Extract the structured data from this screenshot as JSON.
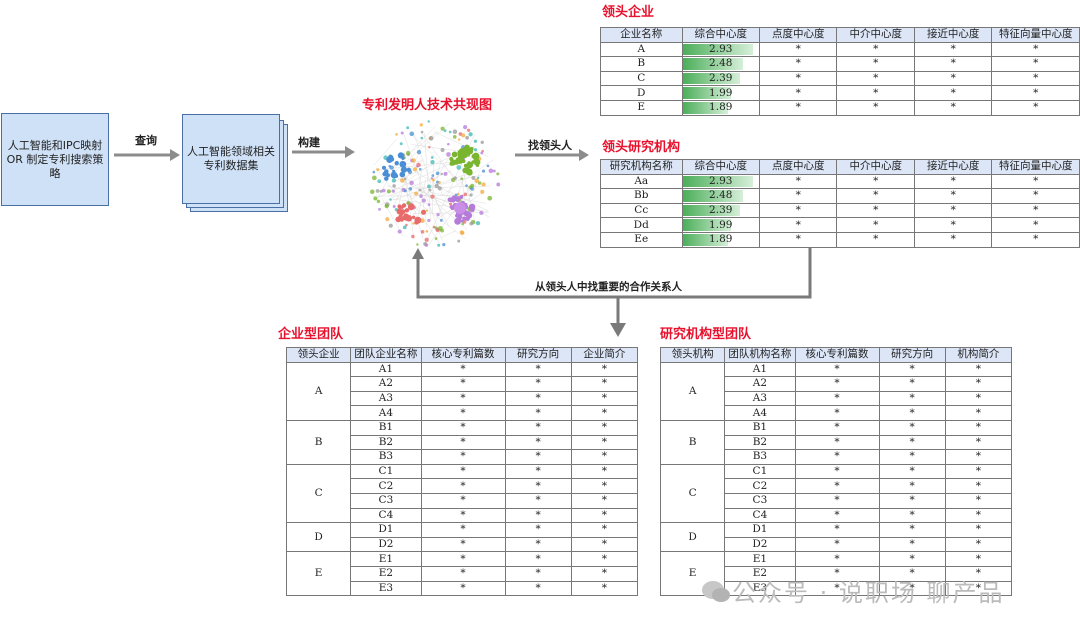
{
  "flow": {
    "start_box": "人工智能和IPC映射\nOR 制定专利搜索策略",
    "arrow1": "查询",
    "dataset_box": "人工智能领域相关\n专利数据集",
    "arrow2": "构建",
    "graph_title": "专利发明人技术共现图",
    "arrow3": "找领头人",
    "feedback": "从领头人中找重要的合作关系人"
  },
  "lead_company": {
    "title": "领头企业",
    "headers": [
      "企业名称",
      "综合中心度",
      "点度中心度",
      "中介中心度",
      "接近中心度",
      "特征向量中心度"
    ],
    "rows": [
      {
        "name": "A",
        "score": "2.93",
        "v": [
          "*",
          "*",
          "*",
          "*"
        ]
      },
      {
        "name": "B",
        "score": "2.48",
        "v": [
          "*",
          "*",
          "*",
          "*"
        ]
      },
      {
        "name": "C",
        "score": "2.39",
        "v": [
          "*",
          "*",
          "*",
          "*"
        ]
      },
      {
        "name": "D",
        "score": "1.99",
        "v": [
          "*",
          "*",
          "*",
          "*"
        ]
      },
      {
        "name": "E",
        "score": "1.89",
        "v": [
          "*",
          "*",
          "*",
          "*"
        ]
      }
    ]
  },
  "lead_institute": {
    "title": "领头研究机构",
    "headers": [
      "研究机构名称",
      "综合中心度",
      "点度中心度",
      "中介中心度",
      "接近中心度",
      "特征向量中心度"
    ],
    "rows": [
      {
        "name": "Aa",
        "score": "2.93",
        "v": [
          "*",
          "*",
          "*",
          "*"
        ]
      },
      {
        "name": "Bb",
        "score": "2.48",
        "v": [
          "*",
          "*",
          "*",
          "*"
        ]
      },
      {
        "name": "Cc",
        "score": "2.39",
        "v": [
          "*",
          "*",
          "*",
          "*"
        ]
      },
      {
        "name": "Dd",
        "score": "1.99",
        "v": [
          "*",
          "*",
          "*",
          "*"
        ]
      },
      {
        "name": "Ee",
        "score": "1.89",
        "v": [
          "*",
          "*",
          "*",
          "*"
        ]
      }
    ]
  },
  "company_team": {
    "title": "企业型团队",
    "headers": [
      "领头企业",
      "团队企业名称",
      "核心专利篇数",
      "研究方向",
      "企业简介"
    ],
    "groups": [
      {
        "lead": "A",
        "members": [
          "A1",
          "A2",
          "A3",
          "A4"
        ]
      },
      {
        "lead": "B",
        "members": [
          "B1",
          "B2",
          "B3"
        ]
      },
      {
        "lead": "C",
        "members": [
          "C1",
          "C2",
          "C3",
          "C4"
        ]
      },
      {
        "lead": "D",
        "members": [
          "D1",
          "D2"
        ]
      },
      {
        "lead": "E",
        "members": [
          "E1",
          "E2",
          "E3"
        ]
      }
    ]
  },
  "institute_team": {
    "title": "研究机构型团队",
    "headers": [
      "领头机构",
      "团队机构名称",
      "核心专利篇数",
      "研究方向",
      "机构简介"
    ],
    "groups": [
      {
        "lead": "A",
        "members": [
          "A1",
          "A2",
          "A3",
          "A4"
        ]
      },
      {
        "lead": "B",
        "members": [
          "B1",
          "B2",
          "B3"
        ]
      },
      {
        "lead": "C",
        "members": [
          "C1",
          "C2",
          "C3",
          "C4"
        ]
      },
      {
        "lead": "D",
        "members": [
          "D1",
          "D2"
        ]
      },
      {
        "lead": "E",
        "members": [
          "E1",
          "E2",
          "E3"
        ]
      }
    ]
  },
  "cell_star": "*",
  "watermark": "公众号 · 说职场 聊产品",
  "colors": {
    "title_red": "#e8112d",
    "box_fill": "#cfe1f7",
    "header_fill": "#dce6f7",
    "bar_green": "#4cae5a"
  }
}
